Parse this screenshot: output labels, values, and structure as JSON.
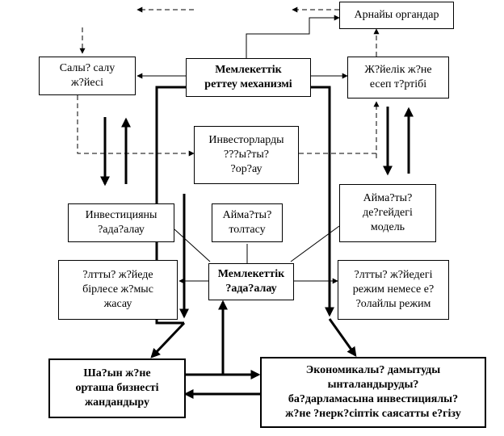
{
  "boxes": {
    "arnaiy": "Арнайы органдар",
    "salyk": "Салы? салу\nж?йесі",
    "mechanism": "Мемлекеттік\nреттеу механизмі",
    "zhuyelik": "Ж?йелік ж?не\nесеп т?ртібі",
    "investorlar": "Инвесторларды\n???ы?ты?\n?ор?ау",
    "aimakty_model": "Аймa?ты?\nде?гейдегі\nмодель",
    "investitsiya": "Инвестицияны\n?ада?алау",
    "aimak_toltasu": "Аймa?ты?\nтолтасу",
    "ulttyk_birlese": "?лтты? ж?йеде\nбірлесе ж?мыс\nжасау",
    "memlekettik_kadagalau": "Мемлекеттік\n?ада?алау",
    "ulttyk_rezhim": "?лтты? ж?йедегі\nрежим немесе е?\n?олайлы режим",
    "shagyn": "Ша?ын ж?не\nорташа бизнесті\nжандандыру",
    "ekonomika": "Экономикалы? дамытуды\nынталандыруды?\nба?дарламасына инвестициялы?\nж?не ?нерк?сіптік саясатты е?гізу"
  }
}
